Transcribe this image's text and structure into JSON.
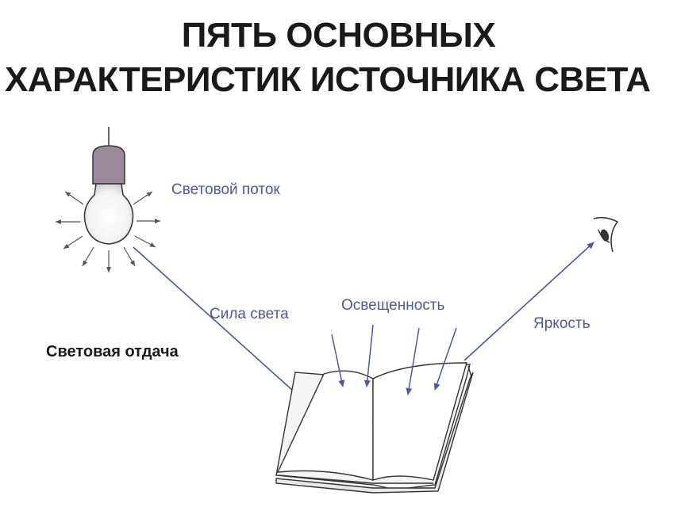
{
  "title": {
    "line1": "ПЯТЬ ОСНОВНЫХ",
    "line2": "ХАРАКТЕРИСТИК ИСТОЧНИКА СВЕТА"
  },
  "labels": {
    "luminous_flux": "Световой поток",
    "luminous_intensity": "Сила света",
    "illuminance": "Освещенность",
    "luminance": "Яркость",
    "luminous_efficacy": "Световая отдача"
  },
  "colors": {
    "arrow": "#4a5a9a",
    "label": "#4a5a9a",
    "bulb_cap": "#9a8a9a",
    "outline": "#333333",
    "title": "#1a1a1a"
  },
  "icons": {
    "bulb": "light-bulb-icon",
    "eye": "eye-icon",
    "book": "open-book-icon"
  }
}
